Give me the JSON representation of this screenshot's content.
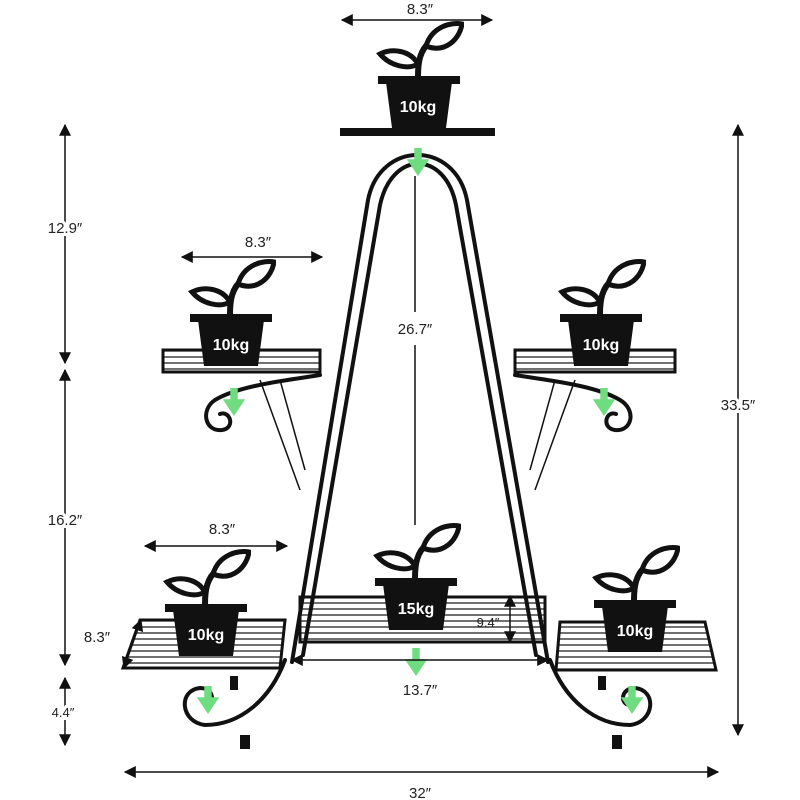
{
  "colors": {
    "frame": "#111111",
    "arrow": "#6fdc7f",
    "text": "#222222"
  },
  "dimensions": {
    "top_shelf_width": "8.3″",
    "middle_shelf_width": "8.3″",
    "bottom_shelf_width": "8.3″",
    "bottom_shelf_depth": "8.3″",
    "top_section_height": "12.9″",
    "middle_section_height": "16.2″",
    "foot_height": "4.4″",
    "total_height": "33.5″",
    "inner_height": "26.7″",
    "center_shelf_depth": "9.4″",
    "center_shelf_width": "13.7″",
    "total_width": "32″"
  },
  "loads": {
    "top": "10kg",
    "middle_left": "10kg",
    "middle_right": "10kg",
    "bottom_left": "10kg",
    "bottom_center": "15kg",
    "bottom_right": "10kg"
  },
  "icons": [
    "plant-pot-icon",
    "load-arrow-icon"
  ]
}
